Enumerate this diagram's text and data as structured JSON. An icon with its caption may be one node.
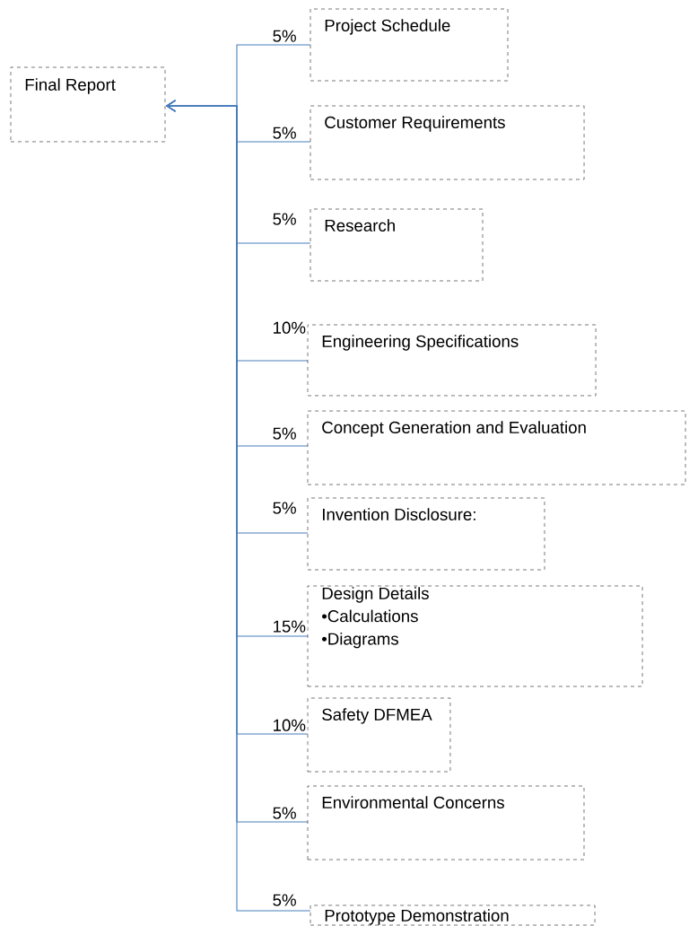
{
  "diagram": {
    "nodes": [
      {
        "text": [
          "Final Report"
        ]
      },
      {
        "text": [
          "Project Schedule"
        ]
      },
      {
        "text": [
          "Customer Requirements"
        ]
      },
      {
        "text": [
          "Research"
        ]
      },
      {
        "text": [
          "Engineering Specifications"
        ]
      },
      {
        "text": [
          "Concept Generation and Evaluation"
        ]
      },
      {
        "text": [
          "Invention Disclosure:"
        ]
      },
      {
        "text": [
          "Design Details",
          "•Calculations",
          "•Diagrams"
        ]
      },
      {
        "text": [
          "Safety DFMEA"
        ]
      },
      {
        "text": [
          "Environmental Concerns"
        ]
      },
      {
        "text": [
          "Prototype Demonstration"
        ]
      }
    ],
    "edges": [
      {
        "from": 1,
        "to": 0,
        "arrow": "to",
        "label": "5%"
      },
      {
        "from": 2,
        "to": 0,
        "arrow": "to",
        "label": "5%"
      },
      {
        "from": 3,
        "to": 0,
        "arrow": "to",
        "label": "5%"
      },
      {
        "from": 4,
        "to": 0,
        "arrow": "to",
        "label": "10%"
      },
      {
        "from": 5,
        "to": 0,
        "arrow": "to",
        "label": "5%"
      },
      {
        "from": 6,
        "to": 0,
        "arrow": "to",
        "label": "5%"
      },
      {
        "from": 7,
        "to": 0,
        "arrow": "to",
        "label": "15%"
      },
      {
        "from": 8,
        "to": 0,
        "arrow": "to",
        "label": "10%"
      },
      {
        "from": 9,
        "to": 0,
        "arrow": "to",
        "label": "5%"
      },
      {
        "from": 10,
        "to": 0,
        "arrow": "to",
        "label": "5%"
      }
    ]
  }
}
